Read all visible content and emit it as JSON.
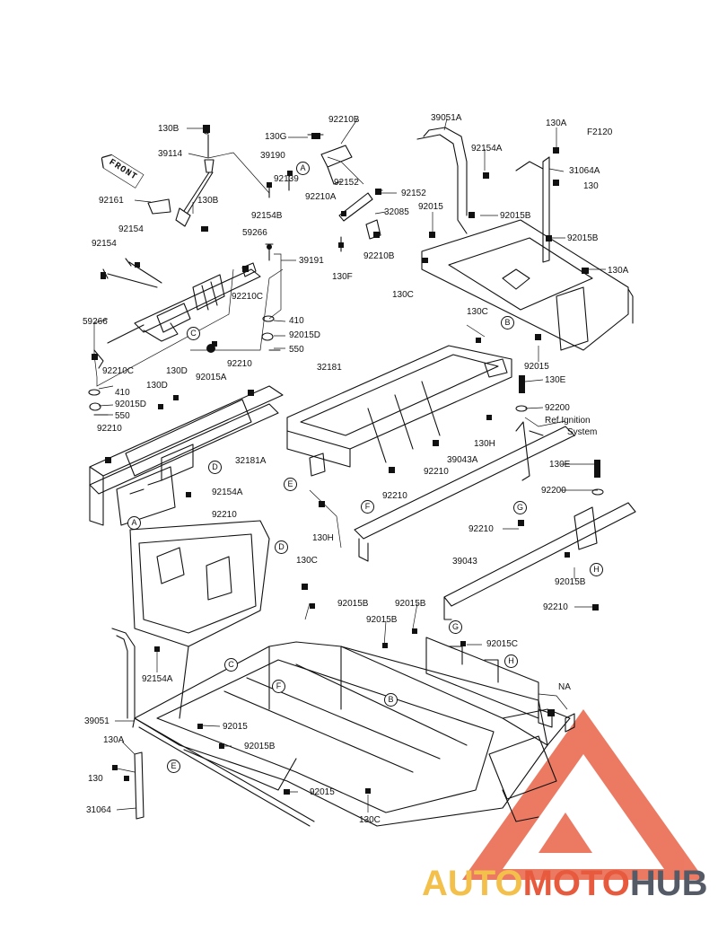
{
  "figure_code": "F2120",
  "direction_tag": "FRONT",
  "ref_note": [
    "Ref.Ignition",
    "System"
  ],
  "watermark": {
    "part1": "AUTO",
    "part2": "MOTO",
    "part3": "HUB",
    "colors": {
      "auto": "#f3c04c",
      "moto": "#e85a3d",
      "hub": "#555b66"
    }
  },
  "labels": {
    "l130b_top": "130B",
    "l39114": "39114",
    "l92161": "92161",
    "l130b_mid": "130B",
    "l92154_a": "92154",
    "l92154_b": "92154",
    "l59266_top": "59266",
    "l39191": "39191",
    "l92210c_top": "92210C",
    "l59266_low": "59266",
    "l92210c_low": "92210C",
    "l410_top": "410",
    "l92015d_top": "92015D",
    "l550_top": "550",
    "l410_low": "410",
    "l92015d_low": "92015D",
    "l550_low": "550",
    "l130g": "130G",
    "l92210b_top": "92210B",
    "l39190": "39190",
    "l92139": "92139",
    "l92154b": "92154B",
    "l92152_a": "92152",
    "l92210a": "92210A",
    "l92152_b": "92152",
    "l32085": "32085",
    "l92210b_low": "92210B",
    "l130f": "130F",
    "l39051a": "39051A",
    "l92154a_top": "92154A",
    "l130a_top": "130A",
    "l31064a": "31064A",
    "l130_top": "130",
    "l92015_a": "92015",
    "l92015b_a": "92015B",
    "l92015b_b": "92015B",
    "l130c_a": "130C",
    "l130a_mid": "130A",
    "l130c_b": "130C",
    "l92015_b": "92015",
    "l130e_a": "130E",
    "l92200_a": "92200",
    "l130h_a": "130H",
    "l92210_a": "92210",
    "l39043a": "39043A",
    "l92210_b": "92210",
    "l130e_b": "130E",
    "l92200_b": "92200",
    "l92210_c": "92210",
    "l39043": "39043",
    "l92015b_c": "92015B",
    "l92210_d": "92210",
    "l92015a": "92015A",
    "l92210_e": "92210",
    "l130d_a": "130D",
    "l130d_b": "130D",
    "l92210_f": "92210",
    "l32181": "32181",
    "l32181a": "32181A",
    "l92154a_mid": "92154A",
    "l130h_b": "130H",
    "l92210_g": "92210",
    "l130c_c": "130C",
    "l92015b_d": "92015B",
    "l92015b_e": "92015B",
    "l92015b_f": "92015B",
    "l92015c": "92015C",
    "l92154a_low": "92154A",
    "l39051": "39051",
    "l92015_c": "92015",
    "l92015b_g": "92015B",
    "l130a_low": "130A",
    "l130_low": "130",
    "l31064": "31064",
    "l92015_d": "92015",
    "l130c_d": "130C",
    "lna": "NA"
  },
  "callouts": {
    "ca1": "A",
    "ca2": "A",
    "cb1": "B",
    "cb2": "B",
    "cc1": "C",
    "cc2": "C",
    "cd1": "D",
    "cd2": "D",
    "ce1": "E",
    "ce2": "E",
    "cf1": "F",
    "cf2": "F",
    "cg1": "G",
    "cg2": "G",
    "ch1": "H",
    "ch2": "H"
  }
}
